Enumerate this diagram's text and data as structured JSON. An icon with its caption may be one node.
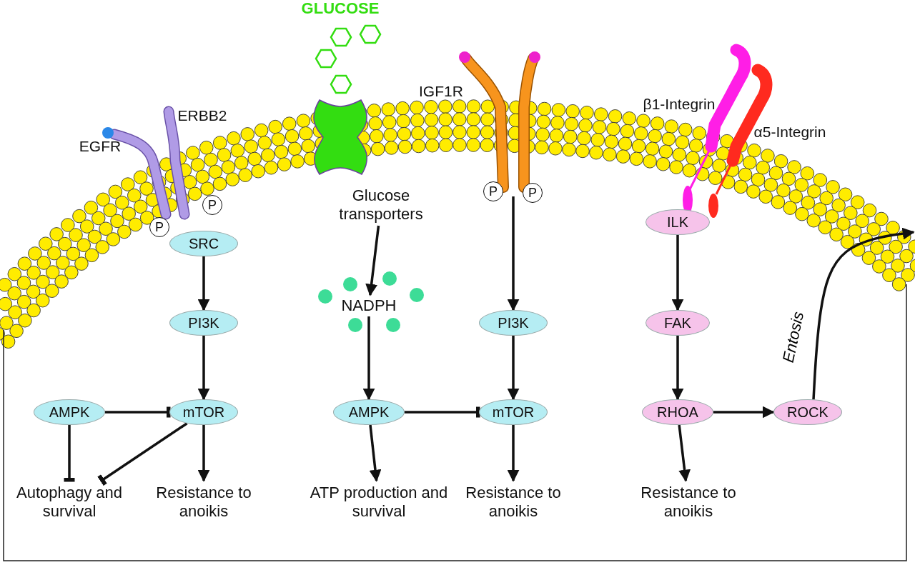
{
  "diagram": {
    "nodes": [
      {
        "text": [
          "SRC"
        ]
      },
      {
        "text": [
          "PI3K"
        ]
      },
      {
        "text": [
          "AMPK"
        ]
      },
      {
        "text": [
          "mTOR"
        ]
      },
      {
        "text": [
          "Autophagy and survival"
        ]
      },
      {
        "text": [
          "Resistance to anoikis"
        ]
      },
      {
        "text": [
          "Glucose transporters"
        ]
      },
      {
        "text": [
          "NADPH"
        ]
      },
      {
        "text": [
          "AMPK"
        ]
      },
      {
        "text": [
          "ATP production and survival"
        ]
      },
      {
        "text": [
          "IGF1R"
        ]
      },
      {
        "text": [
          "PI3K"
        ]
      },
      {
        "text": [
          "mTOR"
        ]
      },
      {
        "text": [
          "Resistance to anoikis"
        ]
      },
      {
        "text": [
          "ILK"
        ]
      },
      {
        "text": [
          "FAK"
        ]
      },
      {
        "text": [
          "RHOA"
        ]
      },
      {
        "text": [
          "ROCK"
        ]
      },
      {
        "text": [
          "Resistance to anoikis"
        ]
      }
    ],
    "edges": [
      {
        "from": 0,
        "to": 1,
        "arrow": "to"
      },
      {
        "from": 1,
        "to": 3,
        "arrow": "to"
      },
      {
        "from": 2,
        "to": 3,
        "arrow": "other"
      },
      {
        "from": 2,
        "to": 4,
        "arrow": "other"
      },
      {
        "from": 3,
        "to": 4,
        "arrow": "other"
      },
      {
        "from": 3,
        "to": 5,
        "arrow": "to"
      },
      {
        "from": 6,
        "to": 7,
        "arrow": "to"
      },
      {
        "from": 7,
        "to": 8,
        "arrow": "to"
      },
      {
        "from": 8,
        "to": 12,
        "arrow": "other"
      },
      {
        "from": 8,
        "to": 9,
        "arrow": "to"
      },
      {
        "from": 10,
        "to": 11,
        "arrow": "to"
      },
      {
        "from": 11,
        "to": 12,
        "arrow": "to"
      },
      {
        "from": 12,
        "to": 13,
        "arrow": "to"
      },
      {
        "from": 14,
        "to": 15,
        "arrow": "to"
      },
      {
        "from": 15,
        "to": 16,
        "arrow": "to"
      },
      {
        "from": 16,
        "to": 17,
        "arrow": "to"
      },
      {
        "from": 16,
        "to": 18,
        "arrow": "to"
      },
      {
        "from": 17,
        "to": null,
        "label": "Entosis",
        "arrow": "to"
      }
    ],
    "labels": [
      "GLUCOSE",
      "β1-Integrin",
      "ERBB2",
      "α5-Integrin",
      "EGFR",
      "P",
      "P",
      "P",
      "P"
    ]
  }
}
